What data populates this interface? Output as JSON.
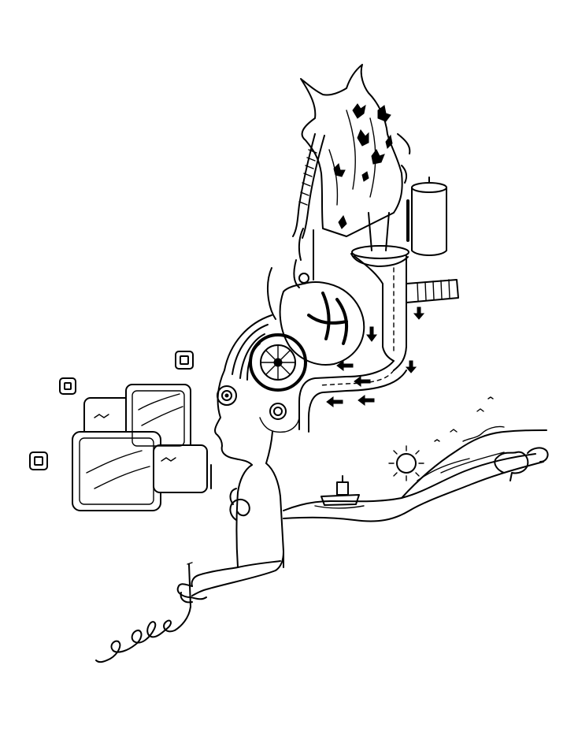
{
  "illustration": {
    "style": "black ink line drawing on white",
    "colors": {
      "ink": "#000000",
      "paper": "#ffffff"
    },
    "handwriting_glyphs": [
      "h",
      "e",
      "l",
      "p"
    ]
  }
}
